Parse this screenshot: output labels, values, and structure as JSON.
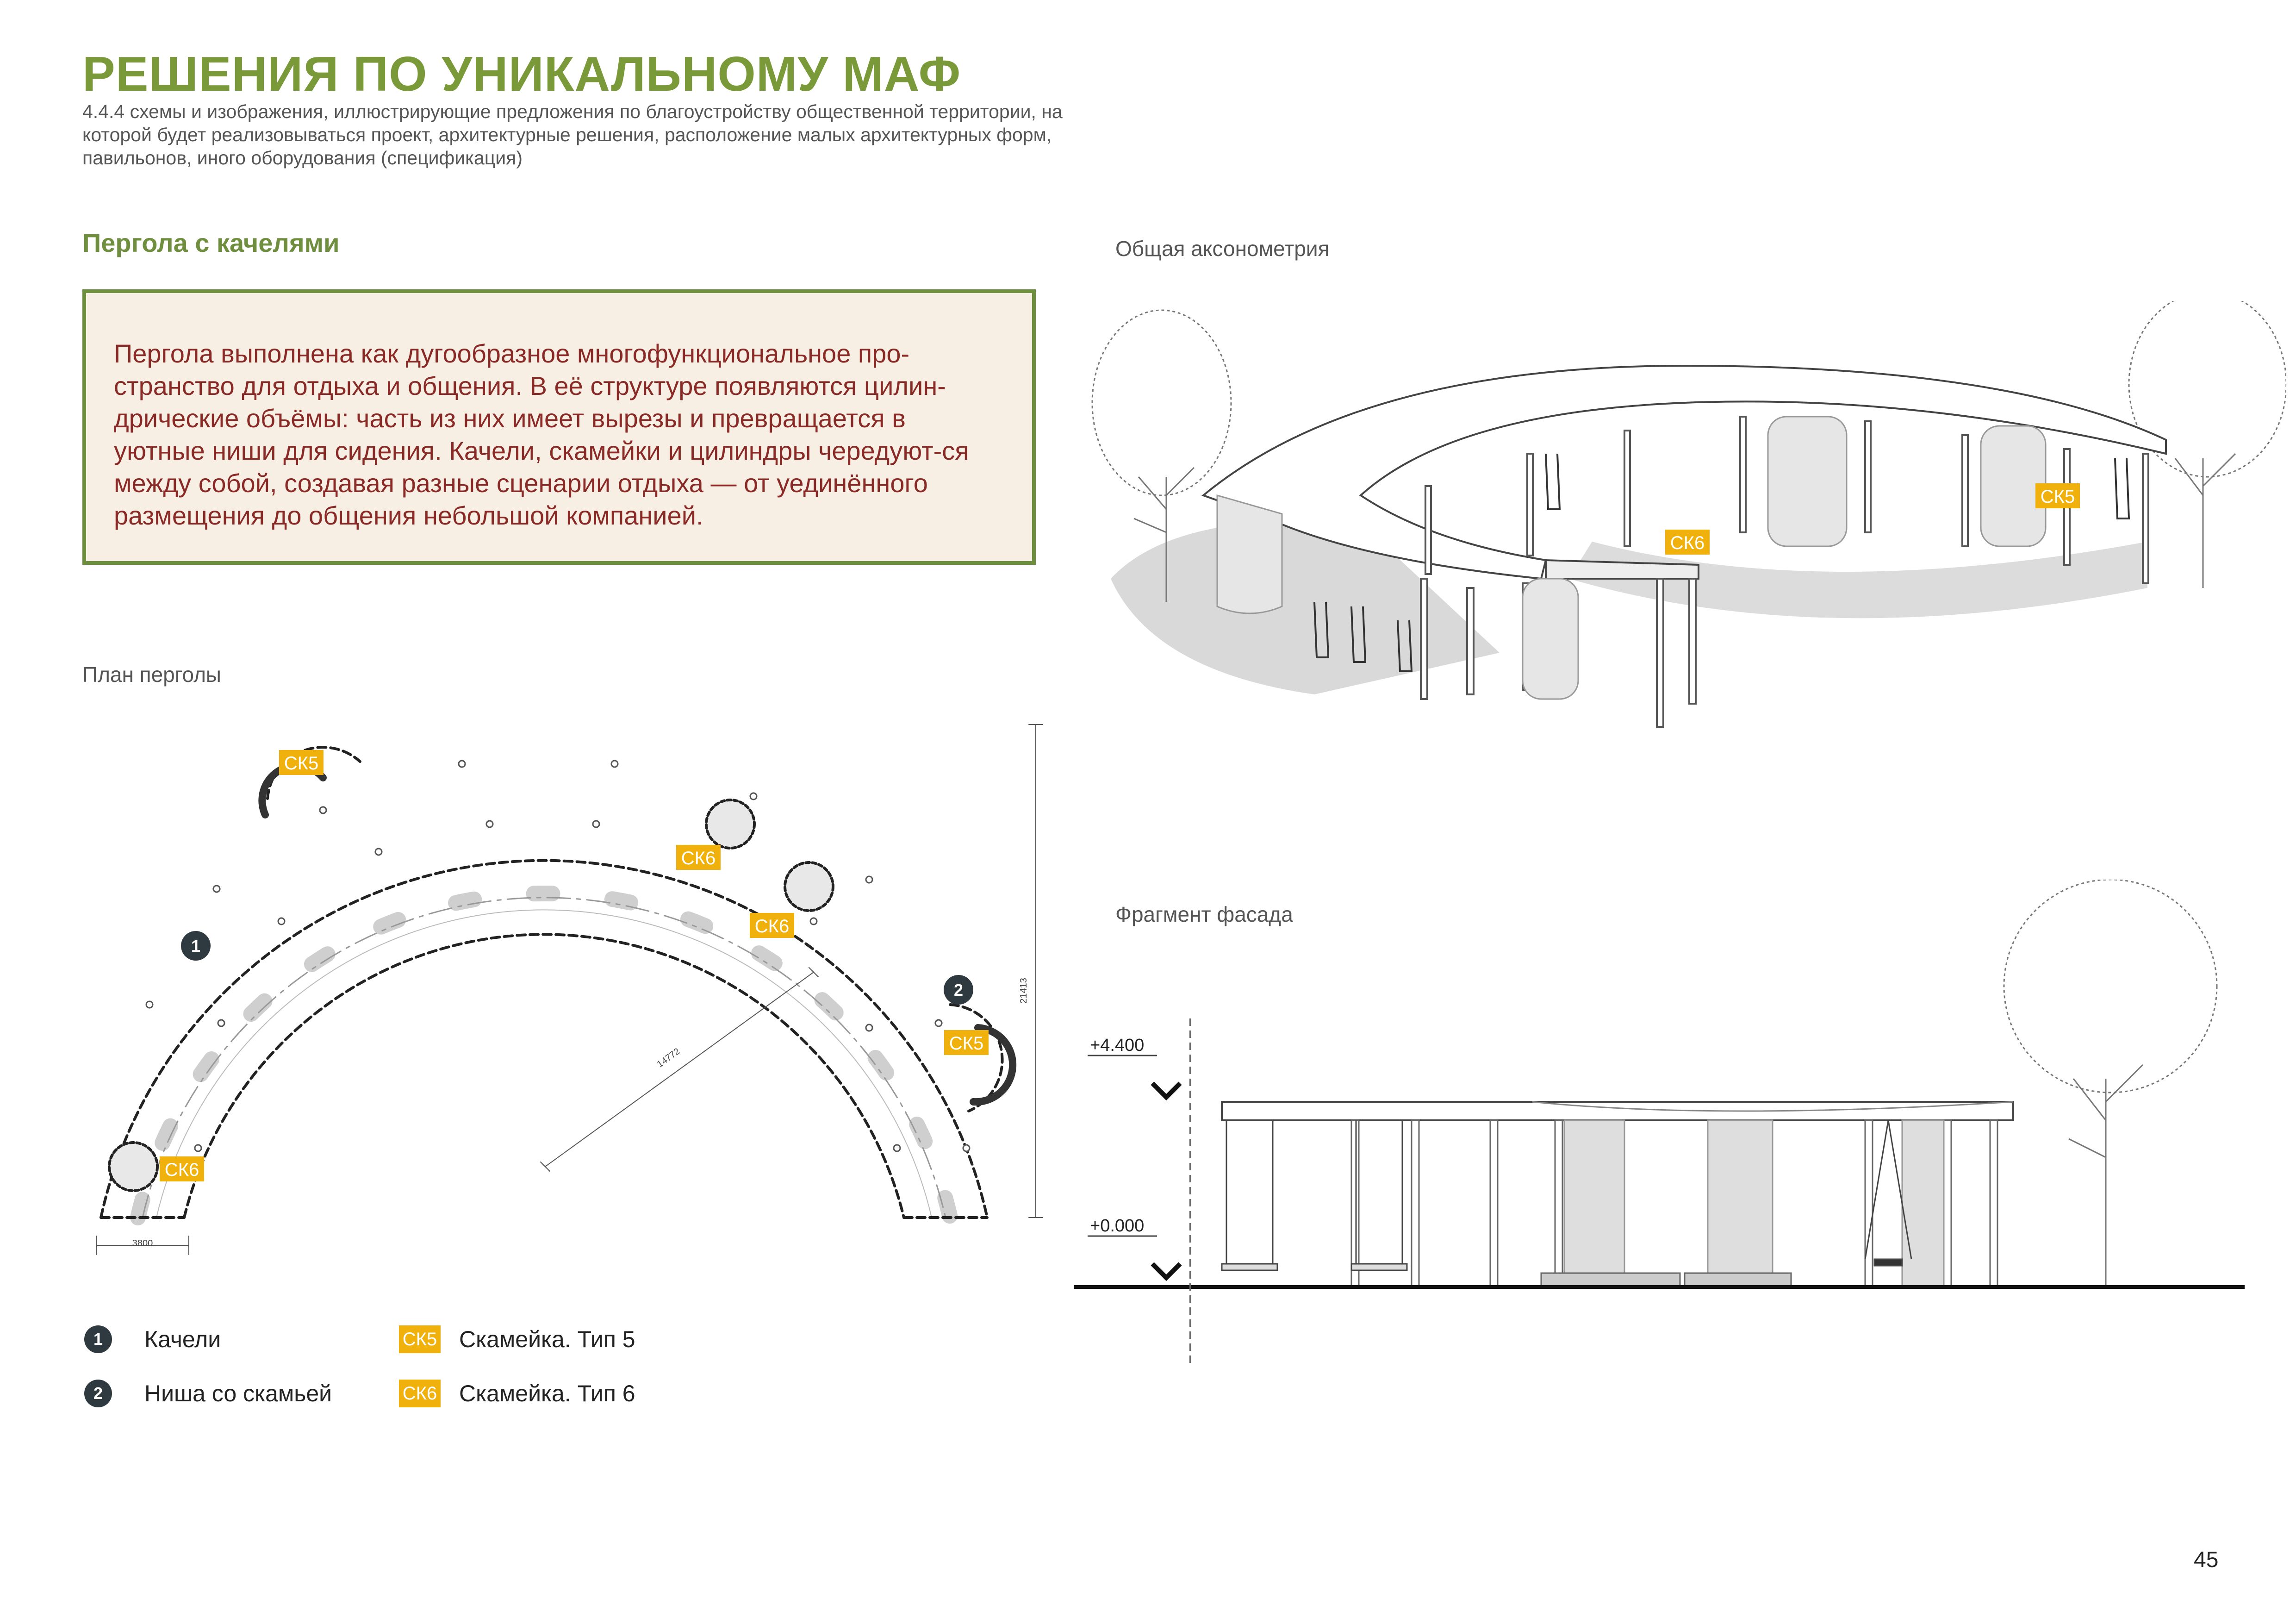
{
  "header": {
    "title": "РЕШЕНИЯ ПО УНИКАЛЬНОМУ МАФ",
    "subtitle": "4.4.4 схемы и изображения, иллюстрирующие предложения по благоустройству общественной территории, на которой будет реализовываться проект, архитектурные решения, расположение малых архитектурных форм, павильонов, иного оборудования (спецификация)"
  },
  "section": {
    "title": "Пергола с качелями",
    "description": "Пергола выполнена как дугообразное многофункциональное про-странство для отдыха и общения. В её структуре появляются цилин-дрические объёмы: часть из них имеет вырезы и превращается в уютные ниши для сидения. Качели, скамейки и цилиндры чередуют-ся между собой, создавая разные сценарии отдыха — от уединённого размещения до общения небольшой компанией."
  },
  "plan": {
    "caption": "План перголы",
    "dimensions": {
      "width": "3800",
      "radius": "14772",
      "height": "21413"
    },
    "markers": {
      "m1": "1",
      "m2": "2"
    },
    "tags": {
      "ck5": "СК5",
      "ck6": "СК6"
    }
  },
  "axonometry": {
    "caption": "Общая аксонометрия",
    "tags": {
      "ck5": "СК5",
      "ck6": "СК6"
    }
  },
  "facade": {
    "caption": "Фрагмент фасада",
    "level_top": "+4.400",
    "level_bottom": "+0.000"
  },
  "legend": [
    {
      "marker": "1",
      "label": "Качели"
    },
    {
      "marker": "2",
      "label": "Ниша со скамьей"
    },
    {
      "marker": "СК5",
      "label": "Скамейка. Тип 5"
    },
    {
      "marker": "СК6",
      "label": "Скамейка. Тип 6"
    }
  ],
  "page_number": "45",
  "colors": {
    "title_green": "#7a9a3a",
    "tag_yellow": "#f0b10c",
    "text_red": "#8a2a26",
    "box_bg": "#f8efe4"
  }
}
